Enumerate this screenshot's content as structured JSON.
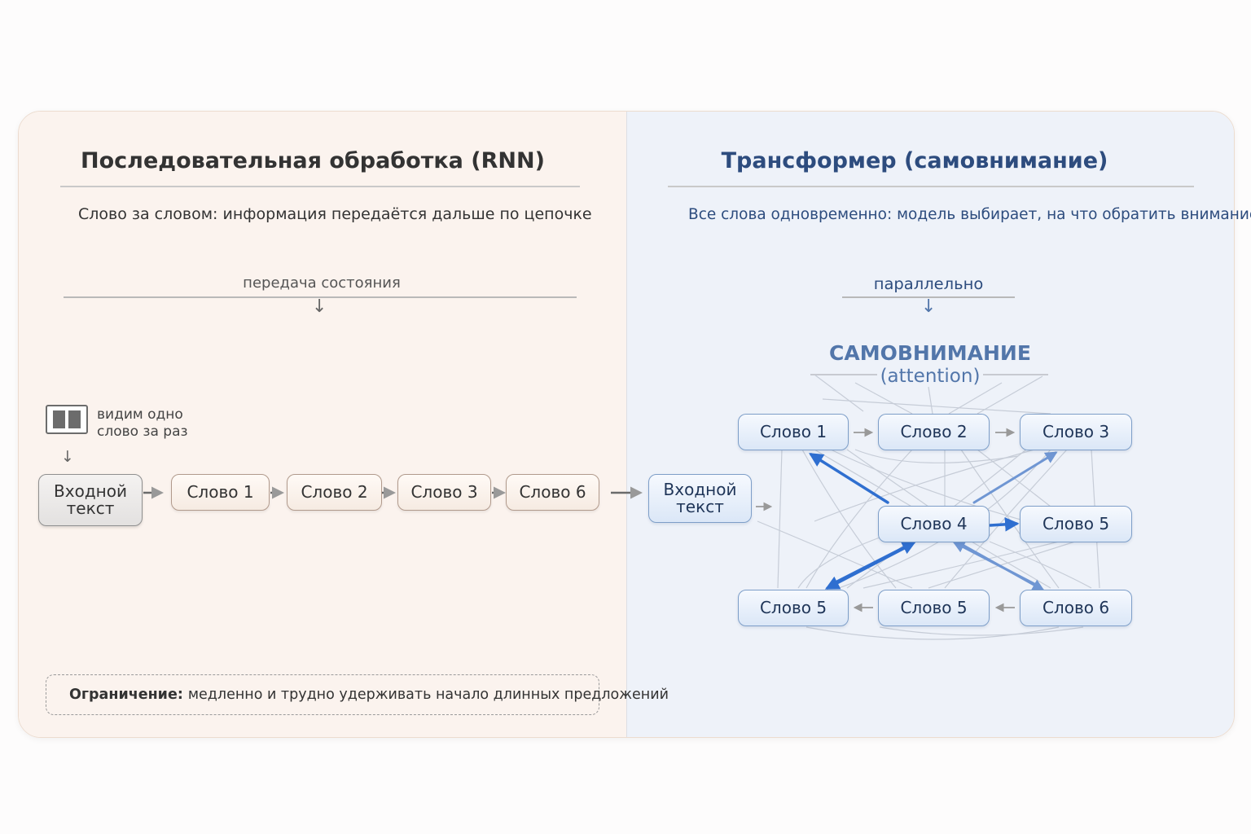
{
  "left": {
    "title": "Последовательная обработка (RNN)",
    "subtitle": "Слово за словом: информация передаётся дальше по цепочке",
    "state_label": "передача состояния",
    "view_label_1": "видим одно",
    "view_label_2": "слово за раз",
    "input_line1": "Входной",
    "input_line2": "текст",
    "words": [
      "Слово 1",
      "Слово 2",
      "Слово 3",
      "Слово 6"
    ],
    "limit_bold": "Ограничение:",
    "limit_text": "медленно и трудно удерживать начало длинных предложений"
  },
  "right": {
    "title": "Трансформер (самовнимание)",
    "subtitle": "Все слова одновременно: модель выбирает, на что обратить внимание",
    "parallel_label": "параллельно",
    "attention_title": "САМОВНИМАНИЕ",
    "attention_sub": "(attention)",
    "input_line1": "Входной",
    "input_line2": "текст",
    "nodes": [
      "Слово 1",
      "Слово 2",
      "Слово 3",
      "Слово 4",
      "Слово 5",
      "Слово 5",
      "Слово 5",
      "Слово 6"
    ]
  },
  "colors": {
    "left_bg": "#fbf3ee",
    "right_bg": "#eef2f9",
    "accent_blue": "#2f6fd0",
    "title_blue": "#2d4c7e"
  },
  "icons": {
    "view": "pause-icon"
  }
}
